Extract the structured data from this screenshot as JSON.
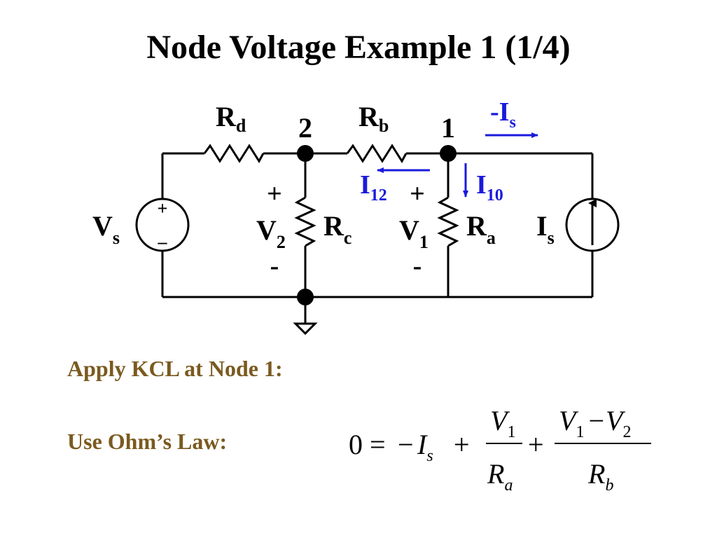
{
  "slide": {
    "title": "Node Voltage Example 1 (1/4)"
  },
  "circuit": {
    "nodes": {
      "node2": "2",
      "node1": "1"
    },
    "resistors": {
      "rd": {
        "main": "R",
        "sub": "d"
      },
      "rb": {
        "main": "R",
        "sub": "b"
      },
      "rc": {
        "main": "R",
        "sub": "c"
      },
      "ra": {
        "main": "R",
        "sub": "a"
      }
    },
    "sources": {
      "vs": {
        "main": "V",
        "sub": "s",
        "plus": "+",
        "minus": "–"
      },
      "is": {
        "main": "I",
        "sub": "s"
      }
    },
    "voltages": {
      "v2": {
        "main": "V",
        "sub": "2",
        "plus": "+",
        "minus": "-"
      },
      "v1": {
        "main": "V",
        "sub": "1",
        "plus": "+",
        "minus": "-"
      }
    },
    "currents": {
      "neg_is": {
        "main": "-I",
        "sub": "s"
      },
      "i12": {
        "main": "I",
        "sub": "12"
      },
      "i10": {
        "main": "I",
        "sub": "10"
      }
    },
    "colors": {
      "wire": "#000000",
      "current": "#1a1adc",
      "note": "#7a5a1f"
    }
  },
  "notes": {
    "kcl": "Apply KCL at Node 1:",
    "ohm": "Use Ohm’s Law:"
  },
  "equation": {
    "lhs": "0",
    "eq": "=",
    "minus": "−",
    "is_main": "I",
    "is_sub": "s",
    "plus1": "+",
    "frac1_num_main": "V",
    "frac1_num_sub": "1",
    "frac1_den_main": "R",
    "frac1_den_sub": "a",
    "plus2": "+",
    "frac2_num_a_main": "V",
    "frac2_num_a_sub": "1",
    "frac2_num_minus": "−",
    "frac2_num_b_main": "V",
    "frac2_num_b_sub": "2",
    "frac2_den_main": "R",
    "frac2_den_sub": "b"
  }
}
